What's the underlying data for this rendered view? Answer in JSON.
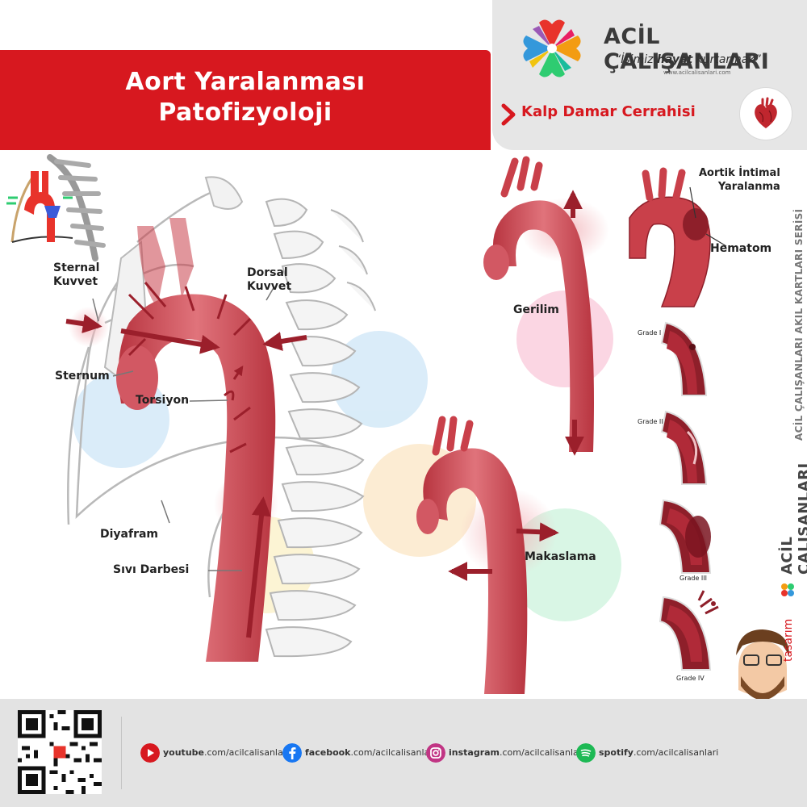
{
  "header": {
    "title_line1": "Aort Yaralanması",
    "title_line2": "Patofizyoloji",
    "brand_name": "ACİL ÇALIŞANLARI",
    "slogan_open": "“İşimiz ",
    "slogan_bold": "hayat",
    "slogan_close": " kurtarmak”",
    "brand_url": "www.acilcalisanlari.com",
    "category": "Kalp Damar Cerrahisi"
  },
  "labels": {
    "sternal_kuvvet_1": "Sternal",
    "sternal_kuvvet_2": "Kuvvet",
    "dorsal_kuvvet_1": "Dorsal",
    "dorsal_kuvvet_2": "Kuvvet",
    "sternum": "Sternum",
    "torsiyon": "Torsiyon",
    "diyafram": "Diyafram",
    "sivi_darbesi": "Sıvı Darbesi",
    "gerilim": "Gerilim",
    "makaslama": "Makaslama",
    "aortik_intimal_1": "Aortik İntimal",
    "aortik_intimal_2": "Yaralanma",
    "hematom": "Hematom"
  },
  "grades": [
    {
      "label": "Grade I"
    },
    {
      "label": "Grade II"
    },
    {
      "label": "Grade III"
    },
    {
      "label": "Grade IV"
    }
  ],
  "side": {
    "series": "ACİL ÇALIŞANLARI AKIL KARTLARI SERİSİ",
    "design": "tasarım",
    "brand": "ACİL ÇALIŞANLARI"
  },
  "footer": {
    "social": [
      {
        "icon": "youtube-icon",
        "bold": "youtube",
        "rest": ".com/acilcalisanlari",
        "color": "#d7181f"
      },
      {
        "icon": "facebook-icon",
        "bold": "facebook",
        "rest": ".com/acilcalisanlari",
        "color": "#1877f2"
      },
      {
        "icon": "instagram-icon",
        "bold": "instagram",
        "rest": ".com/acilcalisanlari",
        "color": "#c13584"
      },
      {
        "icon": "spotify-icon",
        "bold": "spotify",
        "rest": ".com/acilcalisanlari",
        "color": "#1db954"
      }
    ]
  },
  "colors": {
    "accent_red": "#d7181f",
    "aorta": "#c9404a",
    "aorta_dark": "#8e1f2a",
    "panel_gray": "#e6e6e6"
  }
}
